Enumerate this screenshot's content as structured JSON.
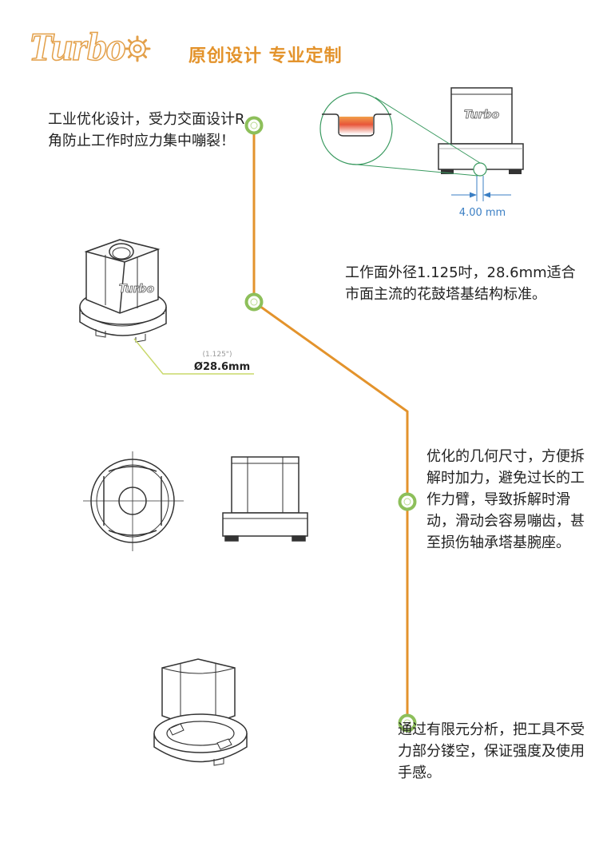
{
  "header": {
    "logo_text": "Turbo",
    "slogan": "原创设计  专业定制"
  },
  "features": [
    {
      "text": "工业优化设计，受力交面设计R角防止工作时应力集中嘣裂！"
    },
    {
      "text": "工作面外径1.125吋，28.6mm适合市面主流的花鼓塔基结构标准。"
    },
    {
      "text": "优化的几何尺寸，方便拆解时加力，避免过长的工作力臂，导致拆解时滑动，滑动会容易嘣齿，甚至损伤轴承塔基腕座。"
    },
    {
      "text": "通过有限元分析，把工具不受力部分镂空，保证强度及使用手感。"
    }
  ],
  "dimensions": {
    "r_width": "4.00 mm",
    "outer_diameter_inch": "(1.125\")",
    "outer_diameter_mm": "Ø28.6mm"
  },
  "tool_label": "Turbo",
  "colors": {
    "accent_orange": "#e3932c",
    "node_green": "#8dbf5a",
    "dim_green": "#3a9a60",
    "dim_blue": "#3b7fc4",
    "leader_yellow_green": "#c8d86a"
  }
}
